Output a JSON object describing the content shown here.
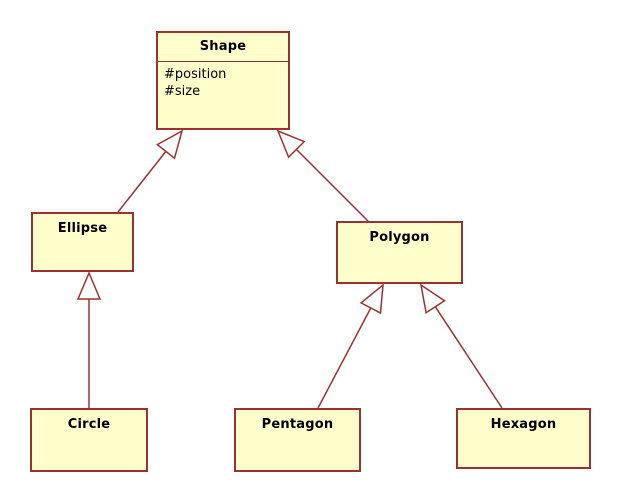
{
  "diagram": {
    "kind": "uml-class-diagram",
    "colors": {
      "background": "#FFFFFF",
      "node_fill": "#FFFFCC",
      "node_border": "#993333",
      "edge_line": "#993333",
      "arrowhead_fill": "#FFFFFF",
      "text": "#000000"
    },
    "classes": [
      {
        "name": "Shape",
        "attributes": [
          "#position",
          "#size"
        ]
      },
      {
        "name": "Ellipse",
        "attributes": []
      },
      {
        "name": "Polygon",
        "attributes": []
      },
      {
        "name": "Circle",
        "attributes": []
      },
      {
        "name": "Pentagon",
        "attributes": []
      },
      {
        "name": "Hexagon",
        "attributes": []
      }
    ],
    "relations": [
      {
        "from": "Ellipse",
        "to": "Shape",
        "type": "generalization"
      },
      {
        "from": "Polygon",
        "to": "Shape",
        "type": "generalization"
      },
      {
        "from": "Circle",
        "to": "Ellipse",
        "type": "generalization"
      },
      {
        "from": "Pentagon",
        "to": "Polygon",
        "type": "generalization"
      },
      {
        "from": "Hexagon",
        "to": "Polygon",
        "type": "generalization"
      }
    ]
  }
}
